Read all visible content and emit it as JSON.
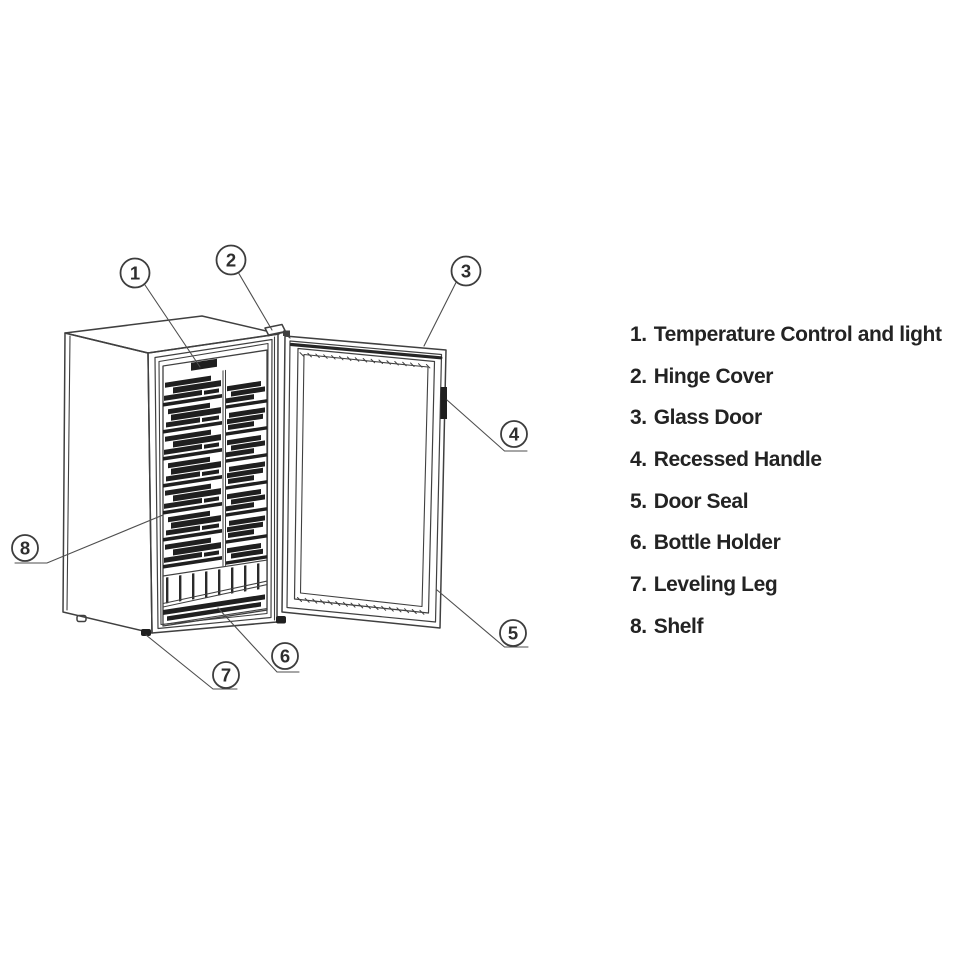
{
  "colors": {
    "line": "#404040",
    "dark_fill": "#1f1f1f",
    "leader": "#4e4e4e",
    "text": "#232323",
    "background": "#ffffff"
  },
  "legend": {
    "items": [
      {
        "number": "1.",
        "label": "Temperature Control and light"
      },
      {
        "number": "2.",
        "label": "Hinge Cover"
      },
      {
        "number": "3.",
        "label": "Glass Door"
      },
      {
        "number": "4.",
        "label": "Recessed Handle"
      },
      {
        "number": "5.",
        "label": "Door Seal"
      },
      {
        "number": "6.",
        "label": "Bottle Holder"
      },
      {
        "number": "7.",
        "label": "Leveling Leg"
      },
      {
        "number": "8.",
        "label": "Shelf"
      }
    ]
  },
  "diagram": {
    "callouts": [
      {
        "number": "1"
      },
      {
        "number": "2"
      },
      {
        "number": "3"
      },
      {
        "number": "4"
      },
      {
        "number": "5"
      },
      {
        "number": "6"
      },
      {
        "number": "7"
      },
      {
        "number": "8"
      }
    ]
  }
}
